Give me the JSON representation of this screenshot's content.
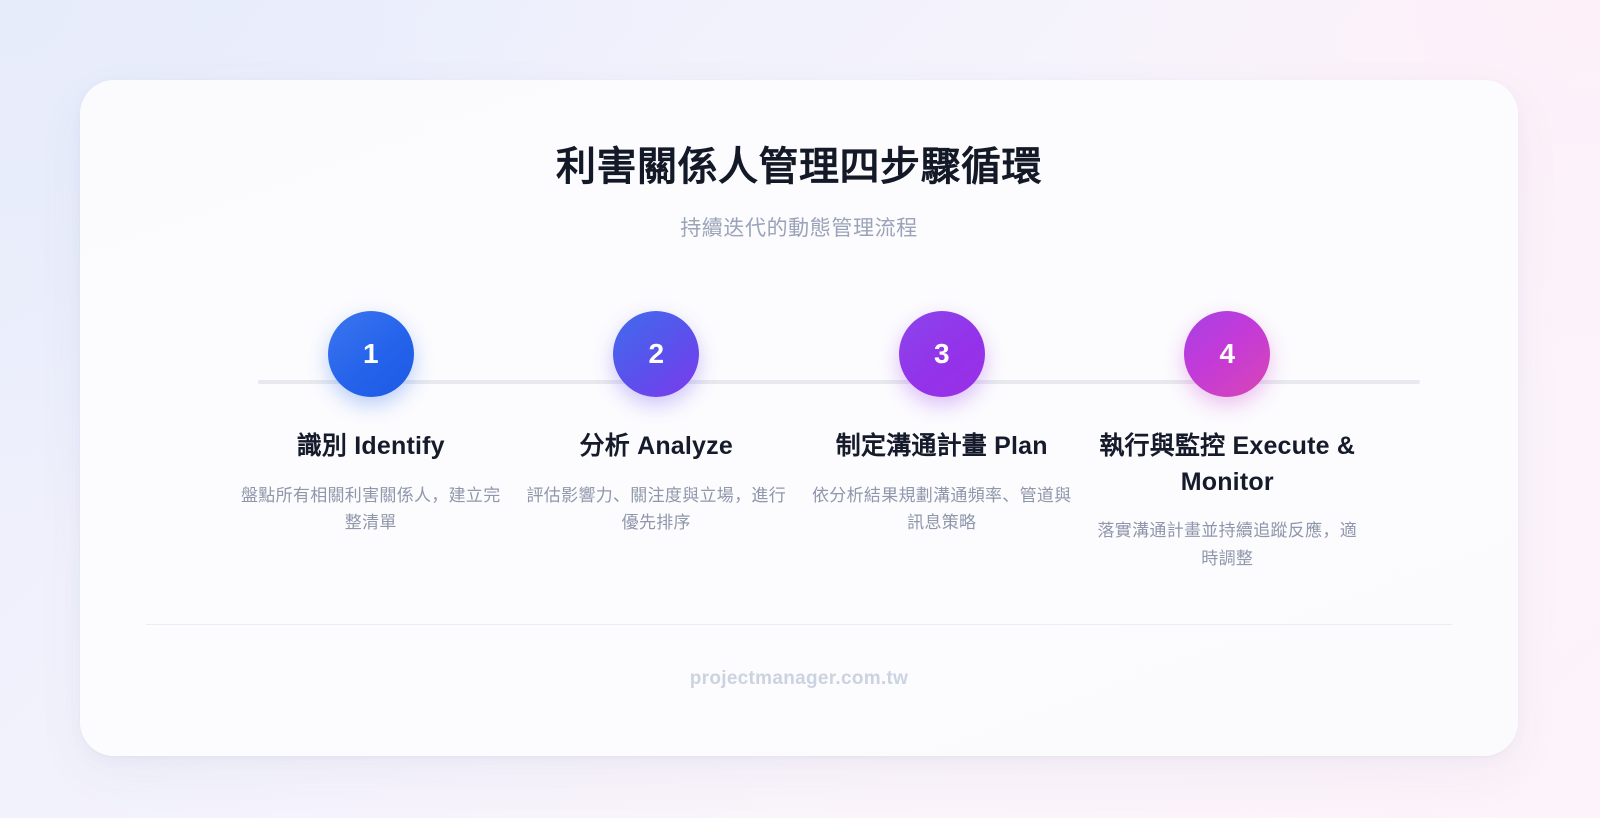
{
  "header": {
    "title": "利害關係人管理四步驟循環",
    "subtitle": "持續迭代的動態管理流程"
  },
  "steps": [
    {
      "number": "1",
      "title": "識別 Identify",
      "desc": "盤點所有相關利害關係人，建立完整清單",
      "color": "#2563eb"
    },
    {
      "number": "2",
      "title": "分析 Analyze",
      "desc": "評估影響力、關注度與立場，進行優先排序",
      "color": "#6346ed"
    },
    {
      "number": "3",
      "title": "制定溝通計畫 Plan",
      "desc": "依分析結果規劃溝通頻率、管道與訊息策略",
      "color": "#9333ea"
    },
    {
      "number": "4",
      "title": "執行與監控 Execute & Monitor",
      "desc": "落實溝通計畫並持續追蹤反應，適時調整",
      "color": "#c93ad0"
    }
  ],
  "footer": {
    "site": "projectmanager.com.tw"
  }
}
